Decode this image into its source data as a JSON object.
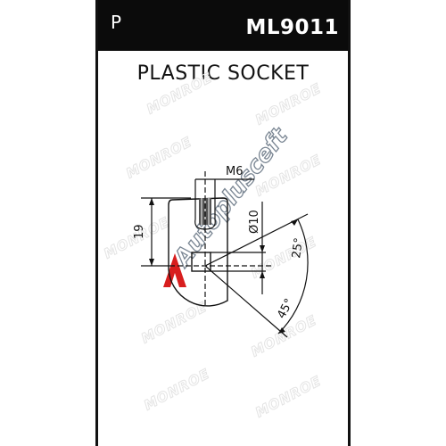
{
  "header": {
    "letter": "P",
    "code": "ML9011"
  },
  "title": "PLASTIC SOCKET",
  "dimensions": {
    "thread": "M6",
    "height": "19",
    "diameter": "Ø10",
    "angle_small": "25°",
    "angle_large": "45°"
  },
  "watermark": {
    "brand": "MONROE",
    "logo": "Autoplusceft"
  },
  "colors": {
    "header_bg": "#0b0b0b",
    "line": "#111111",
    "logo_red": "#d81e1e",
    "watermark": "#e4e4e4"
  }
}
